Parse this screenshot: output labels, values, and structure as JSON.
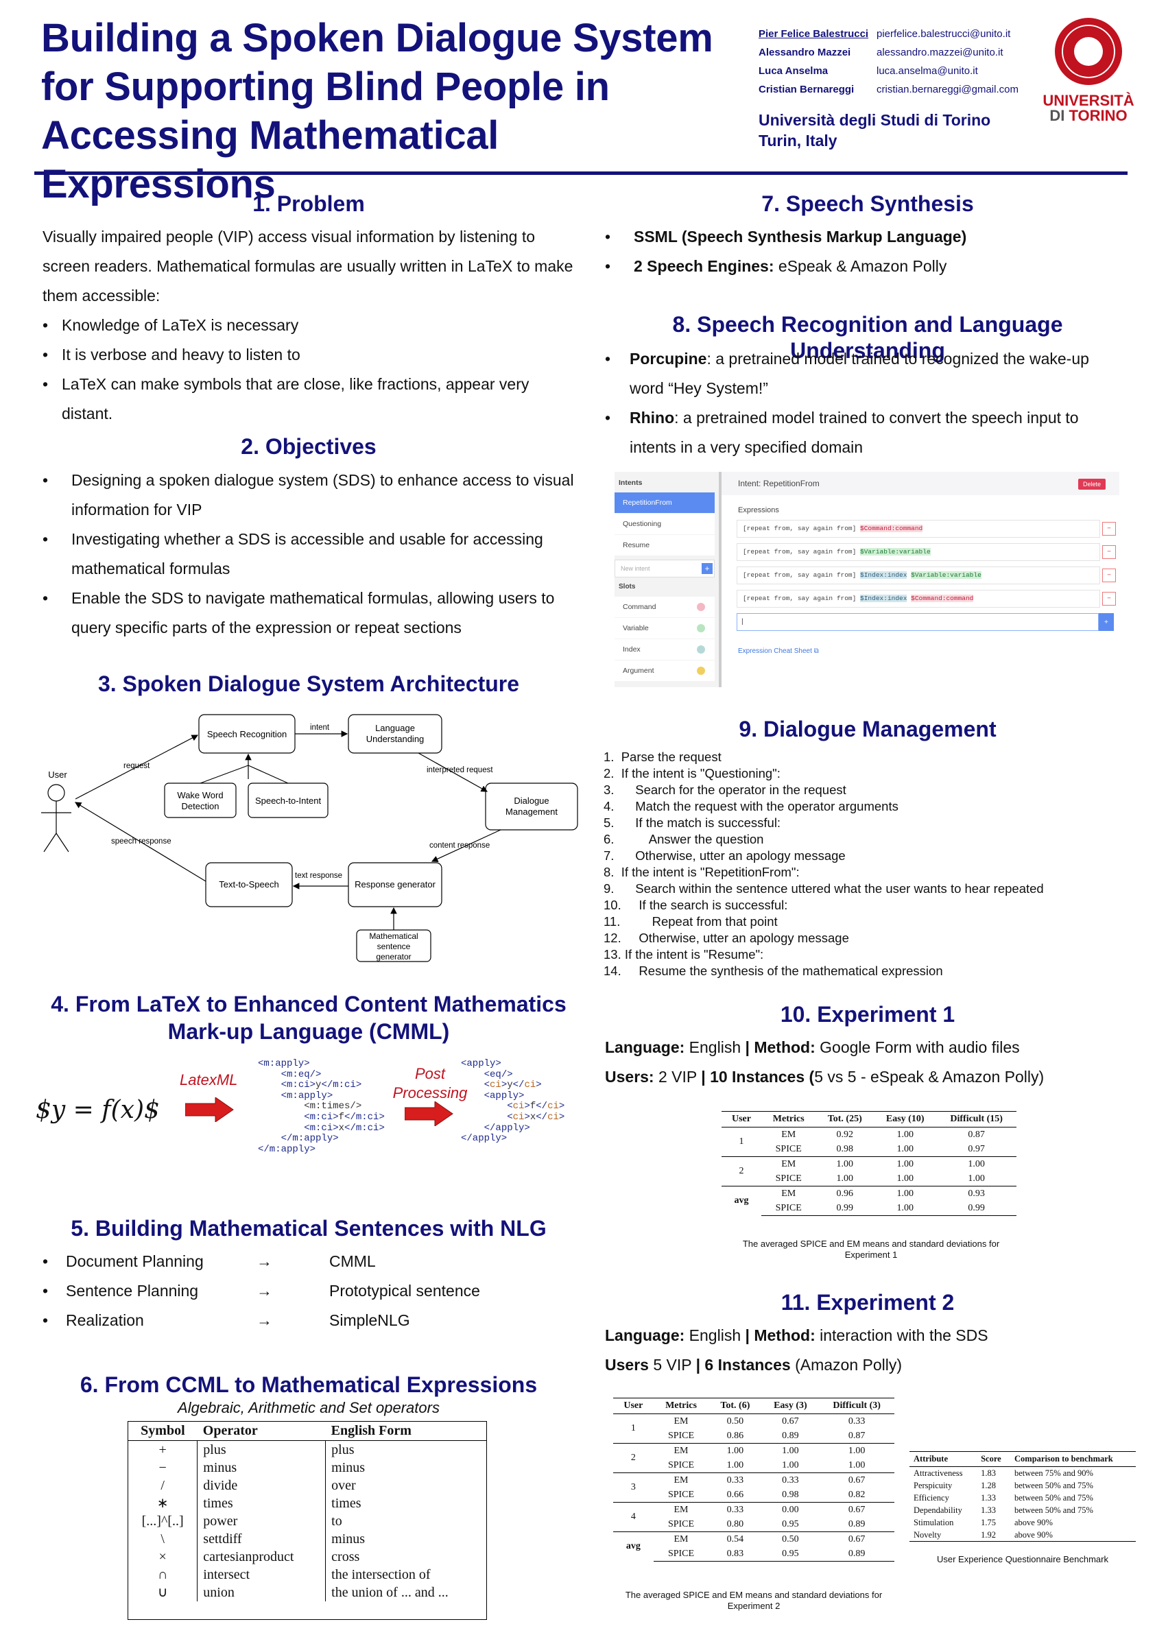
{
  "header": {
    "title": "Building a Spoken Dialogue System for Supporting Blind People in Accessing Mathematical Expressions",
    "authors": [
      "Pier Felice Balestrucci",
      "Alessandro Mazzei",
      "Luca Anselma",
      "Cristian Bernareggi"
    ],
    "emails": [
      "pierfelice.balestrucci@unito.it",
      "alessandro.mazzei@unito.it",
      "luca.anselma@unito.it",
      "cristian.bernareggi@gmail.com"
    ],
    "institution_1": "Università degli Studi di Torino",
    "institution_2": "Turin, Italy",
    "logo_line_1": "UNIVERSITÀ",
    "logo_line_2a": "DI ",
    "logo_line_2b": "TORINO"
  },
  "s1": {
    "title": "1. Problem",
    "text": "Visually impaired people (VIP) access visual information by listening to screen readers. Mathematical formulas are usually written in LaTeX to make them accessible:",
    "bullets": [
      "Knowledge of LaTeX is necessary",
      "It is verbose and heavy to listen to",
      "LaTeX can make symbols that are close, like fractions, appear very distant."
    ]
  },
  "s2": {
    "title": "2. Objectives",
    "bullets": [
      "Designing a spoken dialogue system (SDS) to enhance access to visual information for VIP",
      "Investigating whether a SDS is accessible and usable for accessing mathematical formulas",
      "Enable the SDS to navigate mathematical formulas, allowing users to query specific parts of the expression or repeat sections"
    ]
  },
  "s3": {
    "title": "3. Spoken Dialogue System Architecture",
    "nodes": {
      "sr": "Speech Recognition",
      "lu_1": "Language",
      "lu_2": "Understanding",
      "ww_1": "Wake Word",
      "ww_2": "Detection",
      "stt": "Speech-to-Intent",
      "dm_1": "Dialogue",
      "dm_2": "Management",
      "tts": "Text-to-Speech",
      "rg": "Response generator",
      "msg_1": "Mathematical",
      "msg_2": "sentence",
      "msg_3": "generator",
      "user": "User"
    },
    "edges": {
      "intent": "intent",
      "request": "request",
      "interp": "interpreted request",
      "content": "content response",
      "text": "text response",
      "speech": "speech response"
    }
  },
  "s4": {
    "title_1": "4. From LaTeX to Enhanced Content Mathematics",
    "title_2": "Mark-up Language (CMML)",
    "latex": "$y = f(x)$",
    "label_latexml": "LatexML",
    "label_post_1": "Post",
    "label_post_2": "Processing"
  },
  "s5": {
    "title": "5. Building Mathematical Sentences with NLG",
    "rows": [
      [
        "Document Planning",
        "CMML"
      ],
      [
        "Sentence Planning",
        "Prototypical sentence"
      ],
      [
        "Realization",
        "SimpleNLG"
      ]
    ],
    "arrow": "→"
  },
  "s6": {
    "title": "6. From CCML to Mathematical Expressions",
    "subtitle": "Algebraic, Arithmetic and Set operators",
    "headers": [
      "Symbol",
      "Operator",
      "English Form"
    ],
    "rows": [
      [
        "+",
        "plus",
        "plus"
      ],
      [
        "−",
        "minus",
        "minus"
      ],
      [
        "/",
        "divide",
        "over"
      ],
      [
        "∗",
        "times",
        "times"
      ],
      [
        "[...]^[..]",
        "power",
        "to"
      ],
      [
        "\\",
        "settdiff",
        "minus"
      ],
      [
        "×",
        "cartesianproduct",
        "cross"
      ],
      [
        "∩",
        "intersect",
        "the intersection of"
      ],
      [
        "∪",
        "union",
        "the union of ... and ..."
      ]
    ]
  },
  "s7": {
    "title": "7. Speech Synthesis",
    "b1": "SSML (Speech Synthesis Markup Language)",
    "b2_bold": "2 Speech Engines:",
    "b2_rest": " eSpeak & Amazon Polly"
  },
  "s8": {
    "title": "8. Speech Recognition and Language Understanding",
    "b1_bold": "Porcupine",
    "b1_rest": ": a pretrained model trained to recognized the wake-up word “Hey System!”",
    "b2_bold": "Rhino",
    "b2_rest": ": a pretrained model trained to convert the speech input to intents in a very specified domain"
  },
  "ui": {
    "intents_label": "Intents",
    "intents": [
      "RepetitionFrom",
      "Questioning",
      "Resume"
    ],
    "new_intent": "New intent",
    "plus": "+",
    "slots_label": "Slots",
    "slots": [
      "Command",
      "Variable",
      "Index",
      "Argument"
    ],
    "intent_title": "Intent: RepetitionFrom",
    "delete": "Delete",
    "expr_label": "Expressions",
    "expressions": [
      [
        {
          "t": "[repeat from, say again from] ",
          "c": "plain"
        },
        {
          "t": "$Command:command",
          "c": "cmd"
        }
      ],
      [
        {
          "t": "[repeat from, say again from] ",
          "c": "plain"
        },
        {
          "t": "$Variable:variable",
          "c": "var"
        }
      ],
      [
        {
          "t": "[repeat from, say again from] ",
          "c": "plain"
        },
        {
          "t": "$Index:index",
          "c": "idx"
        },
        {
          "t": " ",
          "c": "plain"
        },
        {
          "t": "$Variable:variable",
          "c": "var"
        }
      ],
      [
        {
          "t": "[repeat from, say again from] ",
          "c": "plain"
        },
        {
          "t": "$Index:index",
          "c": "idx"
        },
        {
          "t": " ",
          "c": "plain"
        },
        {
          "t": "$Command:command",
          "c": "cmd"
        }
      ]
    ],
    "minus": "−",
    "cursor": "|",
    "cheat": "Expression Cheat Sheet ⧉"
  },
  "s9": {
    "title": "9. Dialogue Management",
    "lines": [
      "1.  Parse the request",
      "2.  If the intent is \"Questioning\":",
      "3.      Search for the operator in the request",
      "4.      Match the request with the operator arguments",
      "5.      If the match is successful:",
      "6.          Answer the question",
      "7.      Otherwise, utter an apology message",
      "8.  If the intent is \"RepetitionFrom\":",
      "9.      Search within the sentence uttered what the user wants to hear repeated",
      "10.     If the search is successful:",
      "11.         Repeat from that point",
      "12.     Otherwise, utter an apology message",
      "13. If the intent is \"Resume\":",
      "14.     Resume the synthesis of the mathematical expression"
    ]
  },
  "s10": {
    "title": "10. Experiment 1",
    "l1": [
      {
        "t": "Language:",
        "b": true
      },
      {
        "t": " English ",
        "b": false
      },
      {
        "t": "|",
        "b": true
      },
      {
        "t": " ",
        "b": false
      },
      {
        "t": "Method:",
        "b": true
      },
      {
        "t": " Google Form with audio files",
        "b": false
      }
    ],
    "l2": [
      {
        "t": "Users:",
        "b": true
      },
      {
        "t": " 2 VIP ",
        "b": false
      },
      {
        "t": "|",
        "b": true
      },
      {
        "t": " ",
        "b": false
      },
      {
        "t": "10 Instances (",
        "b": true
      },
      {
        "t": "5 vs 5 - eSpeak & Amazon Polly)",
        "b": false
      }
    ],
    "headers": [
      "User",
      "Metrics",
      "Tot. (25)",
      "Easy (10)",
      "Difficult (15)"
    ],
    "groups": [
      {
        "user": "1",
        "rows": [
          [
            "EM",
            "0.92",
            "1.00",
            "0.87"
          ],
          [
            "SPICE",
            "0.98",
            "1.00",
            "0.97"
          ]
        ]
      },
      {
        "user": "2",
        "rows": [
          [
            "EM",
            "1.00",
            "1.00",
            "1.00"
          ],
          [
            "SPICE",
            "1.00",
            "1.00",
            "1.00"
          ]
        ]
      },
      {
        "user": "avg",
        "rows": [
          [
            "EM",
            "0.96",
            "1.00",
            "0.93"
          ],
          [
            "SPICE",
            "0.99",
            "1.00",
            "0.99"
          ]
        ]
      }
    ],
    "caption": "The averaged SPICE and EM means and standard deviations for Experiment 1"
  },
  "s11": {
    "title": "11. Experiment 2",
    "l1": [
      {
        "t": "Language:",
        "b": true
      },
      {
        "t": " English ",
        "b": false
      },
      {
        "t": "|",
        "b": true
      },
      {
        "t": " ",
        "b": false
      },
      {
        "t": "Method:",
        "b": true
      },
      {
        "t": " interaction with the SDS",
        "b": false
      }
    ],
    "l2": [
      {
        "t": "Users",
        "b": true
      },
      {
        "t": " 5 VIP ",
        "b": false
      },
      {
        "t": "|",
        "b": true
      },
      {
        "t": " ",
        "b": false
      },
      {
        "t": "6 Instances",
        "b": true
      },
      {
        "t": " (Amazon Polly)",
        "b": false
      }
    ],
    "headers": [
      "User",
      "Metrics",
      "Tot. (6)",
      "Easy (3)",
      "Difficult (3)"
    ],
    "groups": [
      {
        "user": "1",
        "rows": [
          [
            "EM",
            "0.50",
            "0.67",
            "0.33"
          ],
          [
            "SPICE",
            "0.86",
            "0.89",
            "0.87"
          ]
        ]
      },
      {
        "user": "2",
        "rows": [
          [
            "EM",
            "1.00",
            "1.00",
            "1.00"
          ],
          [
            "SPICE",
            "1.00",
            "1.00",
            "1.00"
          ]
        ]
      },
      {
        "user": "3",
        "rows": [
          [
            "EM",
            "0.33",
            "0.33",
            "0.67"
          ],
          [
            "SPICE",
            "0.66",
            "0.98",
            "0.82"
          ]
        ]
      },
      {
        "user": "4",
        "rows": [
          [
            "EM",
            "0.33",
            "0.00",
            "0.67"
          ],
          [
            "SPICE",
            "0.80",
            "0.95",
            "0.89"
          ]
        ]
      },
      {
        "user": "avg",
        "rows": [
          [
            "EM",
            "0.54",
            "0.50",
            "0.67"
          ],
          [
            "SPICE",
            "0.83",
            "0.95",
            "0.89"
          ]
        ]
      }
    ],
    "caption": "The averaged SPICE and EM means and standard deviations for Experiment 2",
    "ueq_headers": [
      "Attribute",
      "Score",
      "Comparison to benchmark"
    ],
    "ueq_rows": [
      [
        "Attractiveness",
        "1.83",
        "between 75% and 90%"
      ],
      [
        "Perspicuity",
        "1.28",
        "between 50% and 75%"
      ],
      [
        "Efficiency",
        "1.33",
        "between 50% and 75%"
      ],
      [
        "Dependability",
        "1.33",
        "between 50% and 75%"
      ],
      [
        "Stimulation",
        "1.75",
        "above 90%"
      ],
      [
        "Novelty",
        "1.92",
        "above 90%"
      ]
    ],
    "ueq_caption": "User Experience Questionnaire Benchmark"
  }
}
